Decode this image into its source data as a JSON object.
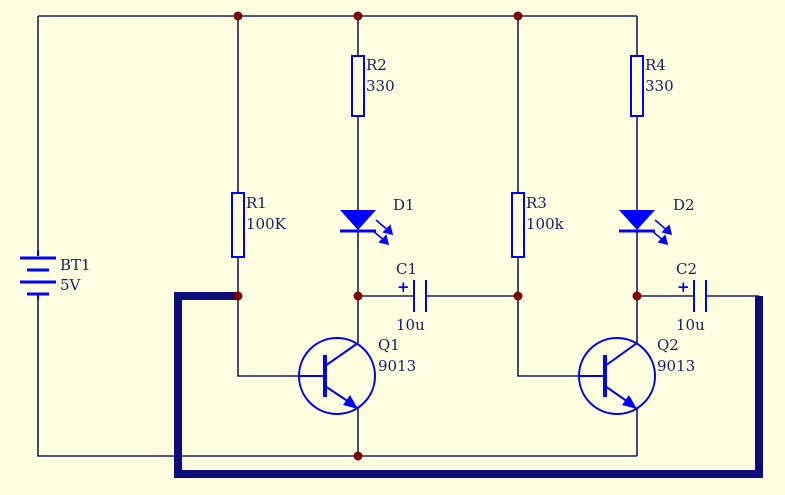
{
  "colors": {
    "background": "#fffee0",
    "wire": "#1a1a66",
    "component": "#0000ff",
    "junction": "#800000",
    "feedback_wire": "#0c0c7a"
  },
  "battery": {
    "ref": "BT1",
    "value": "5V"
  },
  "resistors": [
    {
      "ref": "R1",
      "value": "100K"
    },
    {
      "ref": "R2",
      "value": "330"
    },
    {
      "ref": "R3",
      "value": "100k"
    },
    {
      "ref": "R4",
      "value": "330"
    }
  ],
  "leds": [
    {
      "ref": "D1"
    },
    {
      "ref": "D2"
    }
  ],
  "capacitors": [
    {
      "ref": "C1",
      "value": "10u",
      "polarity": "+"
    },
    {
      "ref": "C2",
      "value": "10u",
      "polarity": "+"
    }
  ],
  "transistors": [
    {
      "ref": "Q1",
      "value": "9013"
    },
    {
      "ref": "Q2",
      "value": "9013"
    }
  ]
}
